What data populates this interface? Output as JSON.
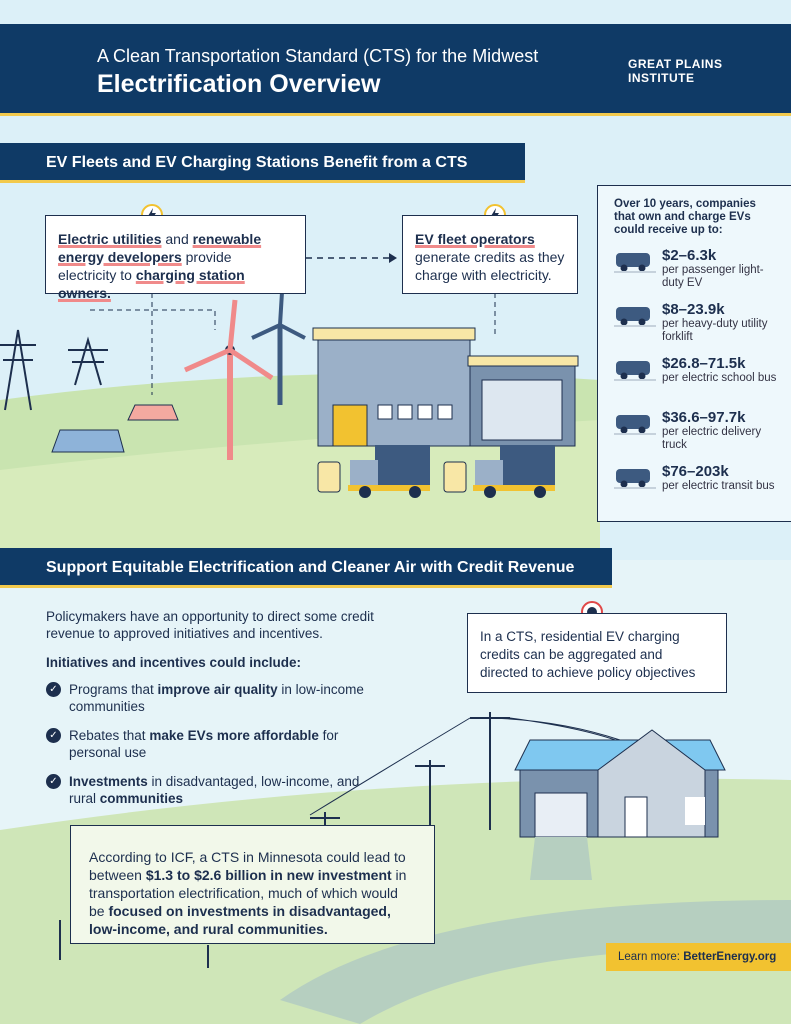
{
  "header": {
    "subtitle": "A Clean Transportation Standard (CTS) for the Midwest",
    "title": "Electrification Overview",
    "icon": "lightning-bolt-icon",
    "logo": "GREAT PLAINS INSTITUTE",
    "logo_line1": "GREAT PLAINS",
    "logo_line2": "INSTITUTE"
  },
  "section1": {
    "title": "EV Fleets and EV Charging Stations Benefit from a CTS",
    "left_box": {
      "part1": "Electric utilities",
      "part2": " and ",
      "part3": "renewable energy developers",
      "part4": " provide electricity to ",
      "part5": "charging station owners."
    },
    "right_box": {
      "part1": "EV fleet operators",
      "part2": " generate credits as they charge with electricity."
    },
    "stats": {
      "intro": "Over 10 years, companies that own and charge EVs could receive up to:",
      "items": [
        {
          "icon": "car-icon",
          "value": "$2–6.3k",
          "desc": "per passenger light-duty EV"
        },
        {
          "icon": "forklift-icon",
          "value": "$8–23.9k",
          "desc": "per heavy-duty utility forklift"
        },
        {
          "icon": "school-bus-icon",
          "value": "$26.8–71.5k",
          "desc": "per electric school bus"
        },
        {
          "icon": "delivery-truck-icon",
          "value": "$36.6–97.7k",
          "desc": "per electric delivery truck"
        },
        {
          "icon": "transit-bus-icon",
          "value": "$76–203k",
          "desc": "per electric transit bus"
        }
      ]
    }
  },
  "section2": {
    "title": "Support Equitable Electrification and Cleaner Air with Credit Revenue",
    "intro": "Policymakers have an opportunity to direct some credit revenue to approved initiatives and incentives.",
    "list_heading": "Initiatives and incentives could include:",
    "items": [
      {
        "a": "Programs that ",
        "b": "improve air quality",
        "c": " in low-income communities",
        "d": ""
      },
      {
        "a": "Rebates that ",
        "b": "make EVs more affordable",
        "c": " for personal use",
        "d": ""
      },
      {
        "a": "",
        "b": "Investments",
        "c": " in disadvantaged, low-income, and rural ",
        "d": "communities"
      }
    ],
    "callout": "In a CTS, residential EV charging credits can be aggregated and directed to achieve policy objectives",
    "icf": {
      "a": "According to ICF, a CTS in Minnesota could lead to between ",
      "b": "$1.3 to $2.6 billion in new investment",
      "c": " in transportation electrification, much of which would be ",
      "d": "focused on investments in disadvantaged, low-income, and rural communities."
    }
  },
  "footer": {
    "label": "Learn more: ",
    "link": "BetterEnergy.org"
  },
  "colors": {
    "navy": "#0f3a66",
    "accent_yellow": "#f2c94c",
    "highlight_pink": "#f08a8a"
  }
}
